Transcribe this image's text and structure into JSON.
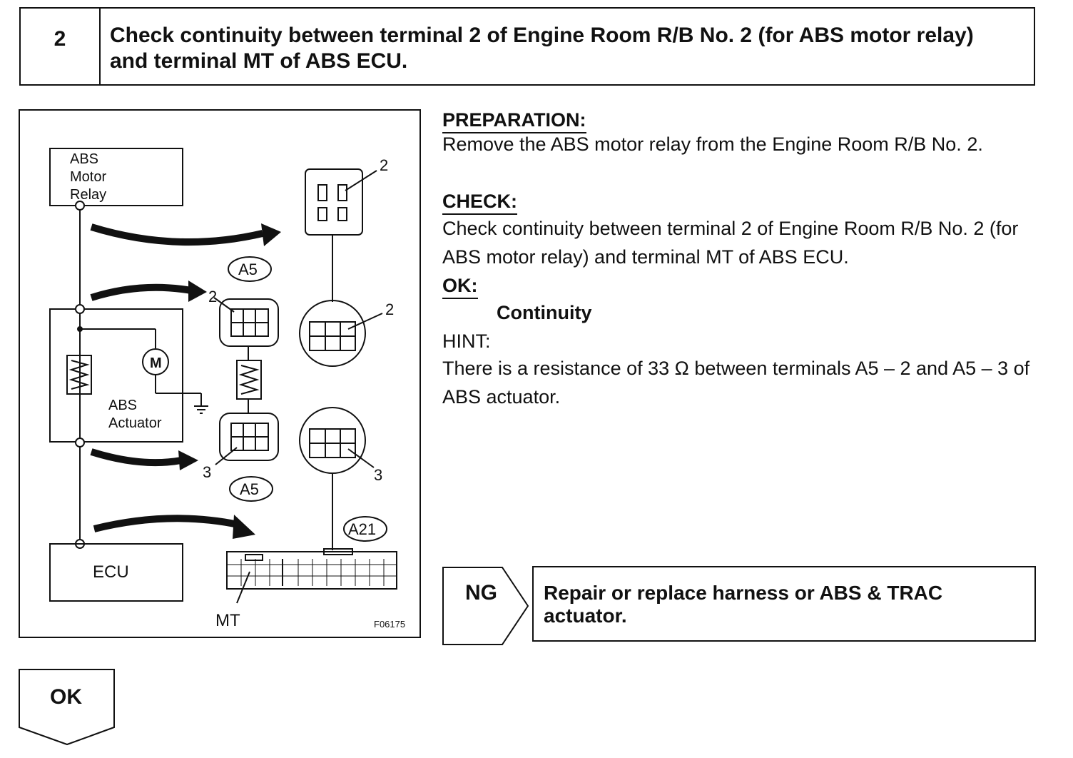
{
  "step": {
    "number": "2",
    "title": "Check continuity between terminal 2 of Engine Room R/B No. 2 (for ABS motor relay) and terminal MT of ABS ECU."
  },
  "diagram": {
    "relay_label_1": "ABS",
    "relay_label_2": "Motor",
    "relay_label_3": "Relay",
    "actuator_label_1": "ABS",
    "actuator_label_2": "Actuator",
    "motor_symbol": "M",
    "ecu_label": "ECU",
    "connector_a5_top": "A5",
    "connector_a5_bottom": "A5",
    "connector_a21": "A21",
    "terminal_2_relay": "2",
    "terminal_2_a5_left": "2",
    "terminal_2_a5_right": "2",
    "terminal_3_a5_left": "3",
    "terminal_3_a5_right": "3",
    "terminal_mt": "MT",
    "figure_code": "F06175"
  },
  "instructions": {
    "preparation_heading": "PREPARATION:",
    "preparation_text": "Remove the ABS motor relay from the Engine Room R/B No. 2.",
    "check_heading": "CHECK:",
    "check_text": "Check continuity between terminal 2 of Engine Room R/B No. 2 (for ABS motor relay) and terminal MT of ABS ECU.",
    "ok_heading": "OK:",
    "ok_value": "Continuity",
    "hint_heading": "HINT:",
    "hint_text": "There is a resistance of 33 Ω between terminals A5 – 2 and A5 – 3 of ABS actuator."
  },
  "ng_branch": {
    "label": "NG",
    "action": "Repair or replace harness or ABS & TRAC actuator."
  },
  "ok_branch": {
    "label": "OK"
  }
}
